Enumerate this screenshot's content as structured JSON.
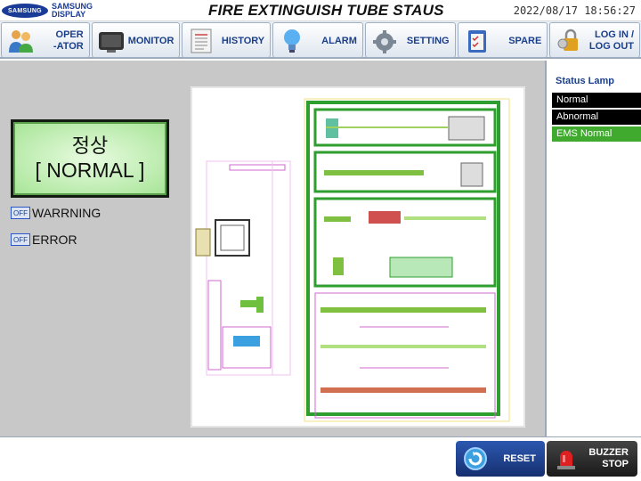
{
  "header": {
    "logo_oval": "SAMSUNG",
    "logo_line1": "SAMSUNG",
    "logo_line2": "DISPLAY",
    "title": "FIRE EXTINGUISH TUBE STAUS",
    "datetime": "2022/08/17 18:56:27"
  },
  "nav": {
    "operator": "OPER\n-ATOR",
    "monitor": "MONITOR",
    "history": "HISTORY",
    "alarm": "ALARM",
    "setting": "SETTING",
    "spare": "SPARE",
    "login": "LOG IN /\nLOG OUT"
  },
  "status": {
    "korean": "정상",
    "english": "[ NORMAL ]"
  },
  "flags": {
    "off_label": "OFF",
    "warning": "WARRNING",
    "error": "ERROR"
  },
  "status_lamp": {
    "title": "Status Lamp",
    "items": [
      {
        "label": "Normal",
        "color": "#000000"
      },
      {
        "label": "Abnormal",
        "color": "#000000"
      },
      {
        "label": "EMS Normal",
        "color": "#3faa2d"
      }
    ]
  },
  "footer": {
    "reset": "RESET",
    "buzzer_stop": "BUZZER\nSTOP"
  },
  "colors": {
    "nav_text": "#1b3f8a",
    "panel_green": "#2e9e2e",
    "reset_bg": "#1d3f8f",
    "buzzer_bg": "#2a2a2a"
  }
}
